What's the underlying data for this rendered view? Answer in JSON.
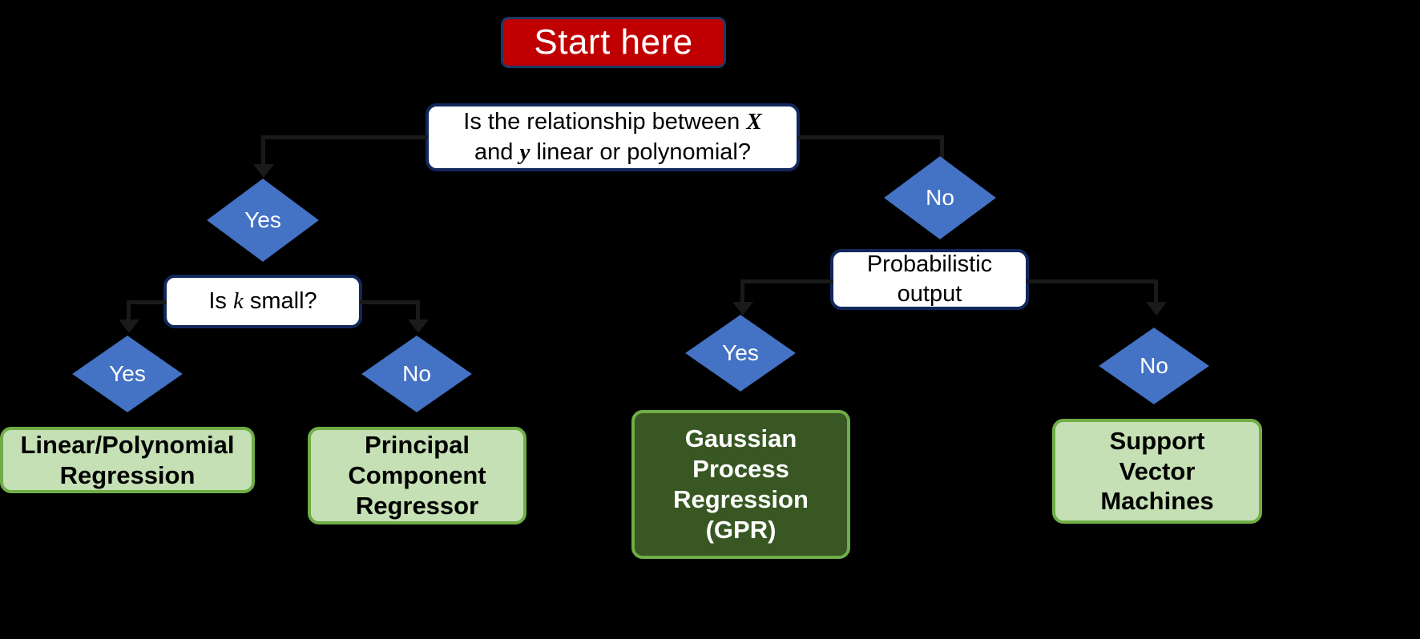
{
  "diagram": {
    "title": "Regression model selection flowchart",
    "background": "#000000",
    "colors": {
      "start_fill": "#C00000",
      "question_fill": "#FFFFFF",
      "question_border": "#12285C",
      "decision_fill": "#4472C4",
      "outcome_fill": "#C5E0B4",
      "outcome_border": "#70AD47",
      "outcome_dark_fill": "#385723",
      "connector": "#1a1a1a"
    }
  },
  "start": {
    "label": "Start here"
  },
  "q1": {
    "line1_pre": "Is the relationship between ",
    "line1_var": "X",
    "line2_pre": "and ",
    "line2_var": "y",
    "line2_post": " linear or polynomial?"
  },
  "q1_branches": {
    "yes": "Yes",
    "no": "No"
  },
  "q2": {
    "pre": "Is ",
    "var": "k",
    "post": " small?"
  },
  "q2_branches": {
    "yes": "Yes",
    "no": "No"
  },
  "q3": {
    "line1": "Probabilistic",
    "line2": "output"
  },
  "q3_branches": {
    "yes": "Yes",
    "no": "No"
  },
  "outcomes": {
    "linear_poly": {
      "line1": "Linear/Polynomial",
      "line2": "Regression"
    },
    "pcr": {
      "line1": "Principal",
      "line2": "Component",
      "line3": "Regressor"
    },
    "gpr": {
      "line1": "Gaussian",
      "line2": "Process",
      "line3": "Regression",
      "line4": "(GPR)"
    },
    "svm": {
      "line1": "Support",
      "line2": "Vector",
      "line3": "Machines"
    }
  }
}
